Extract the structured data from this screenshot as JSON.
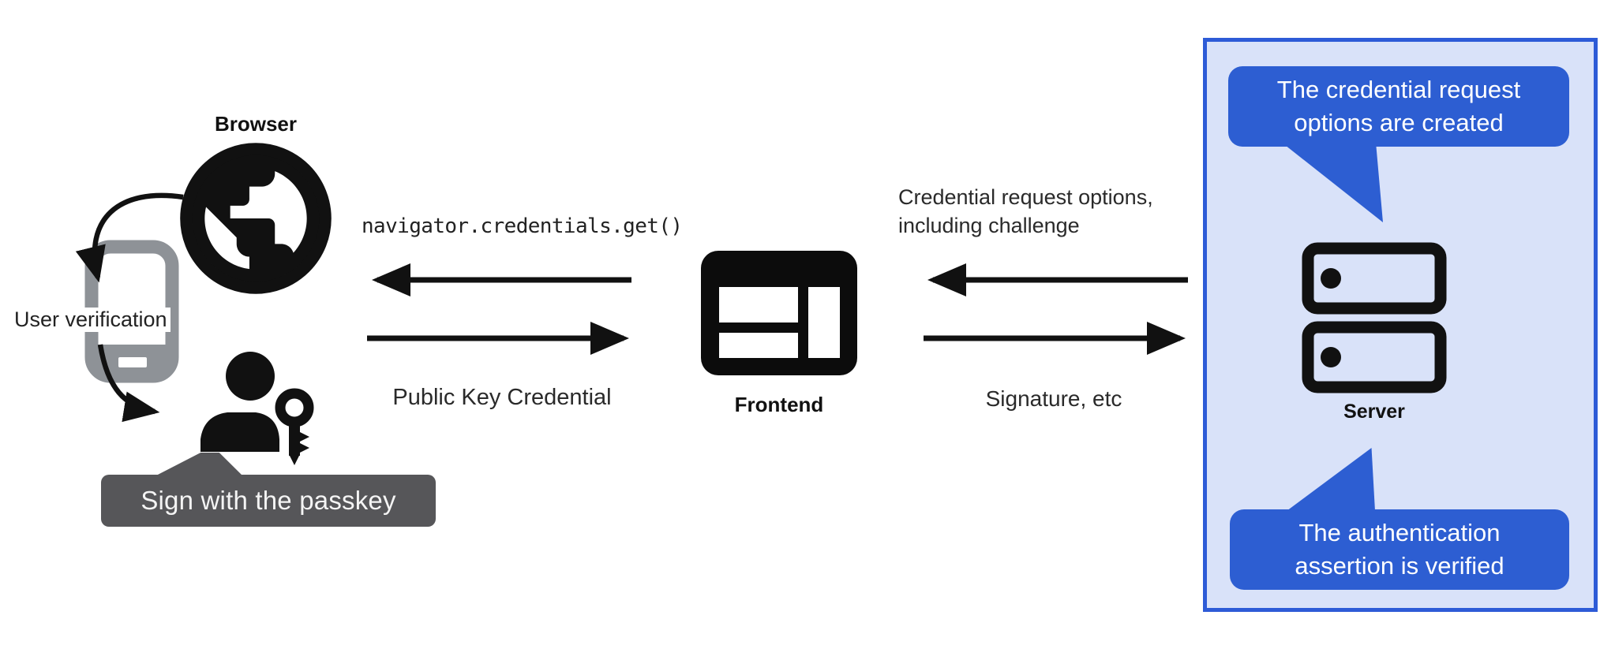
{
  "diagram": {
    "nodes": {
      "browser": {
        "label": "Browser"
      },
      "frontend": {
        "label": "Frontend"
      },
      "server": {
        "label": "Server"
      },
      "user_verification": {
        "label": "User verification"
      },
      "passkey_tooltip": {
        "label": "Sign with the passkey"
      }
    },
    "flows": {
      "api_call": "navigator.credentials.get()",
      "public_key_credential": "Public Key Credential",
      "credential_request_line1": "Credential request options,",
      "credential_request_line2": "including challenge",
      "signature": "Signature, etc"
    },
    "callouts": {
      "top": {
        "line1": "The credential request",
        "line2": "options are created"
      },
      "bottom": {
        "line1": "The authentication",
        "line2": "assertion is verified"
      }
    },
    "icons": {
      "browser": "globe-icon",
      "frontend": "browser-window-icon",
      "server": "server-stack-icon",
      "device": "smartphone-icon",
      "user": "person-icon",
      "passkey": "key-icon"
    },
    "colors": {
      "callout_blue": "#2d5ed2",
      "panel_fill": "#d9e2f9",
      "panel_border": "#2d5bd7",
      "tooltip_gray": "#565659",
      "phone_gray": "#8e9297",
      "ink": "#111111"
    }
  }
}
